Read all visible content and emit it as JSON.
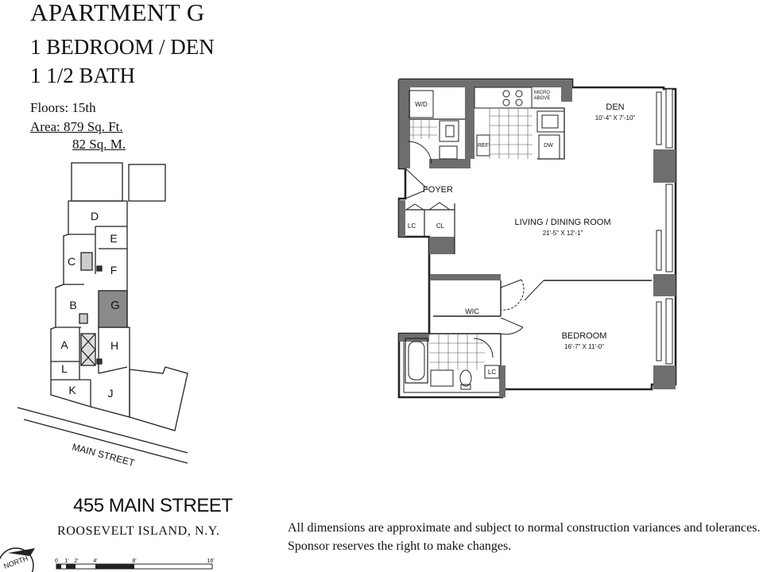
{
  "header": {
    "title": "APARTMENT G",
    "subtitle1": "1 BEDROOM / DEN",
    "subtitle2": "1 1/2 BATH",
    "floors": "Floors: 15th",
    "area_sqft": "Area: 879 Sq. Ft.",
    "area_sqm": "82 Sq. M."
  },
  "keyplan": {
    "units": [
      "D",
      "E",
      "C",
      "F",
      "B",
      "G",
      "A",
      "H",
      "L",
      "K",
      "J"
    ],
    "highlighted_unit": "G",
    "street": "MAIN STREET",
    "highlight_color": "#8a8a8a"
  },
  "floorplan": {
    "rooms": {
      "den": "DEN",
      "den_dim": "10'-4\" X 7'-10\"",
      "living": "LIVING / DINING ROOM",
      "living_dim": "21'-5\" X 12'-1\"",
      "bedroom": "BEDROOM",
      "bedroom_dim": "16'-7\" X 11'-0\"",
      "foyer": "FOYER",
      "wic": "WIC",
      "wd": "W/D",
      "ref": "REF",
      "dw": "DW",
      "micro1": "MICRO",
      "micro2": "ABOVE",
      "lc1": "LC",
      "cl": "CL",
      "lc2": "LC"
    }
  },
  "footer": {
    "address": "455 MAIN STREET",
    "city": "ROOSEVELT ISLAND,  N.Y.",
    "disclaimer1": "All dimensions are approximate and subject to normal construction variances and tolerances.",
    "disclaimer2": "Sponsor reserves the right to make changes.",
    "north": "NORTH",
    "scale_ticks": [
      "0",
      "1'",
      "2'",
      "4'",
      "8'",
      "16'"
    ]
  }
}
